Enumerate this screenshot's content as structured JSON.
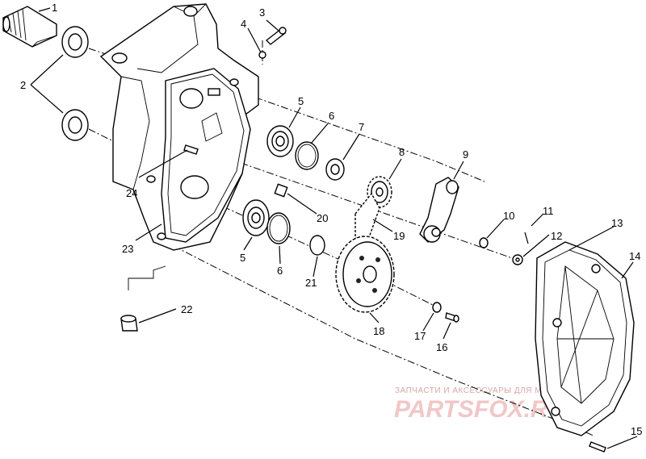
{
  "diagram": {
    "callouts": [
      "1",
      "2",
      "3",
      "4",
      "5",
      "6",
      "7",
      "8",
      "9",
      "10",
      "11",
      "12",
      "13",
      "14",
      "15",
      "16",
      "17",
      "18",
      "19",
      "20",
      "21",
      "22",
      "23",
      "24",
      "5",
      "6"
    ],
    "watermark_top": "ЗАПЧАСТИ И АКСЕССУАРЫ ДЛЯ МОТОТЕХНИКИ",
    "watermark_brand": "PARTSFOX.RU"
  },
  "colors": {
    "line": "#000000",
    "background": "#ffffff",
    "watermark": "#f1c7c7"
  }
}
